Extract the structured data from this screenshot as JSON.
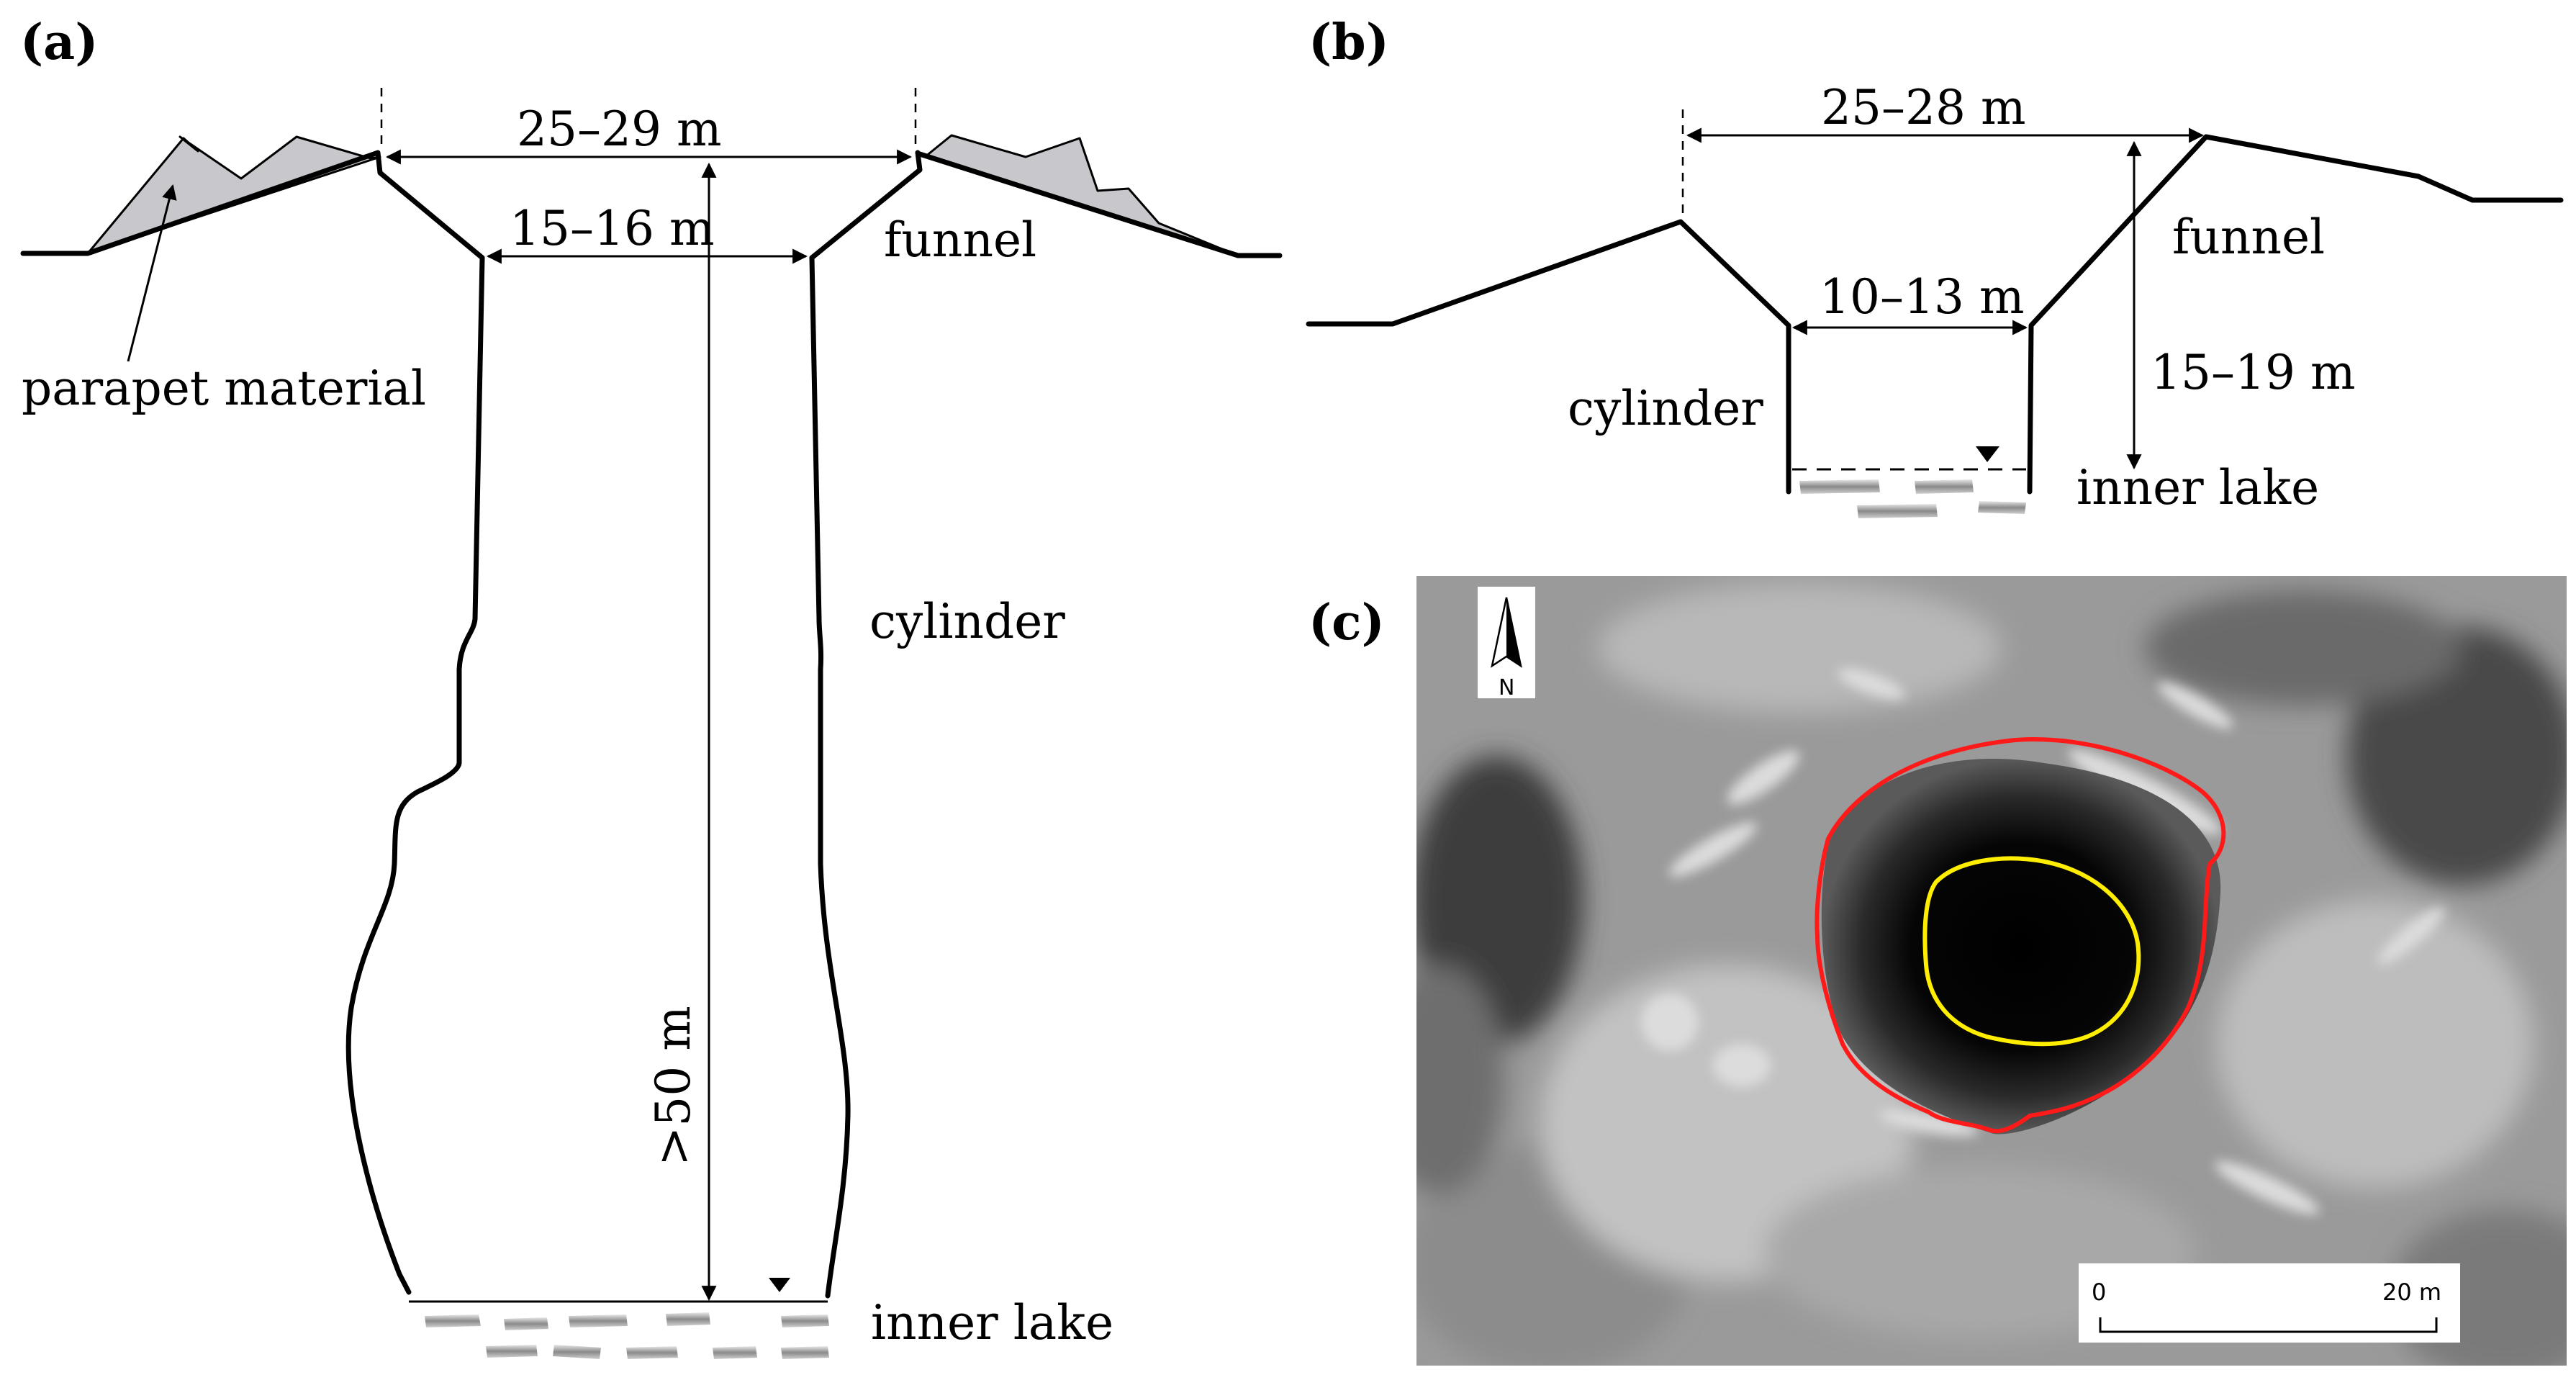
{
  "panel_labels": {
    "a": "(a)",
    "b": "(b)",
    "c": "(c)"
  },
  "panel_a": {
    "top_width": "25–29 m",
    "funnel_width": "15–16 m",
    "depth": ">50 m",
    "funnel_label": "funnel",
    "cylinder_label": "cylinder",
    "parapet_label": "parapet material",
    "lake_label": "inner lake"
  },
  "panel_b": {
    "top_width": "25–28 m",
    "funnel_width": "10–13 m",
    "depth": "15–19 m",
    "funnel_label": "funnel",
    "cylinder_label": "cylinder",
    "lake_label": "inner lake"
  },
  "panel_c": {
    "north_label": "N",
    "scale_start": "0",
    "scale_end": "20 m",
    "outer_rim_color": "#ff1a1a",
    "inner_rim_color": "#ffee00"
  }
}
